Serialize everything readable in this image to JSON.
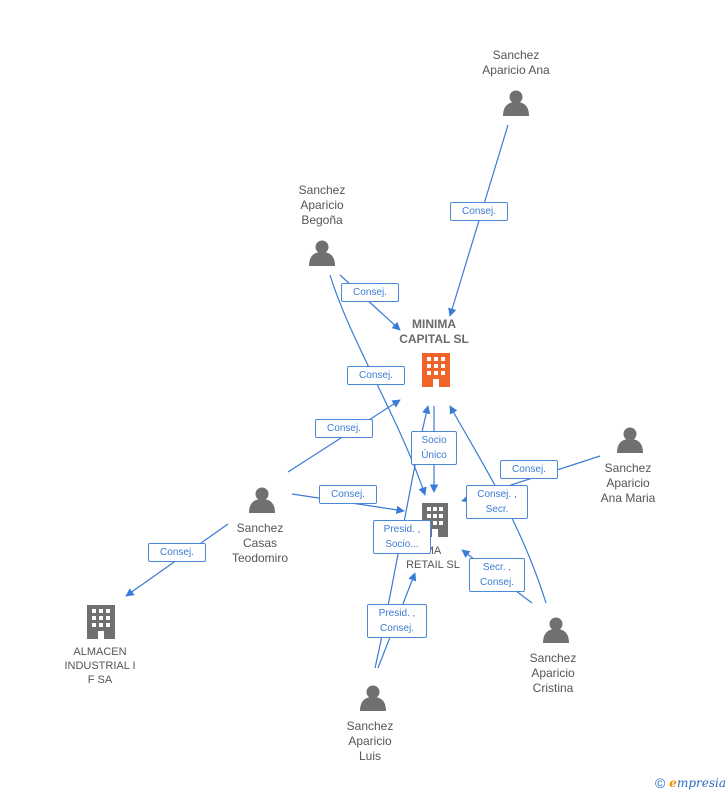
{
  "colors": {
    "edge": "#3a7bd5",
    "person": "#707070",
    "company": "#707070",
    "main_company": "#f0642a"
  },
  "nodes": {
    "ana": {
      "label": "Sanchez\nAparicio Ana",
      "icon": "person-icon"
    },
    "begona": {
      "label": "Sanchez\nAparicio\nBegoña",
      "icon": "person-icon"
    },
    "minima_capital": {
      "label": "MINIMA\nCAPITAL SL",
      "icon": "building-icon"
    },
    "ana_maria": {
      "label": "Sanchez\nAparicio\nAna Maria",
      "icon": "person-icon"
    },
    "teodomiro": {
      "label": "Sanchez\nCasas\nTeodomiro",
      "icon": "person-icon"
    },
    "minima_retail": {
      "label": "MA\nRETAIL SL",
      "icon": "building-icon"
    },
    "almacen": {
      "label": "ALMACEN\nINDUSTRIAL I\nF SA",
      "icon": "building-icon"
    },
    "cristina": {
      "label": "Sanchez\nAparicio\nCristina",
      "icon": "person-icon"
    },
    "luis": {
      "label": "Sanchez\nAparicio\nLuis",
      "icon": "person-icon"
    }
  },
  "edge_labels": {
    "ana_capital": "Consej.",
    "begona_capital": "Consej.",
    "begona_retail": "Consej.",
    "teodomiro_capital": "Consej.",
    "teodomiro_retail": "Consej.",
    "teodomiro_almacen": "Consej.",
    "socio_unico": "Socio\nÚnico",
    "anamaria_capital": "Consej.",
    "anamaria_retail": "Consej. ,\nSecr.",
    "luis_retail": "Presid. ,\nSocio...",
    "luis_capital": "Presid. ,\nConsej.",
    "cristina_retail": "Secr. ,\nConsej."
  },
  "footer": {
    "copyright_symbol": "©",
    "brand_first": "e",
    "brand_rest": "mpresia"
  }
}
